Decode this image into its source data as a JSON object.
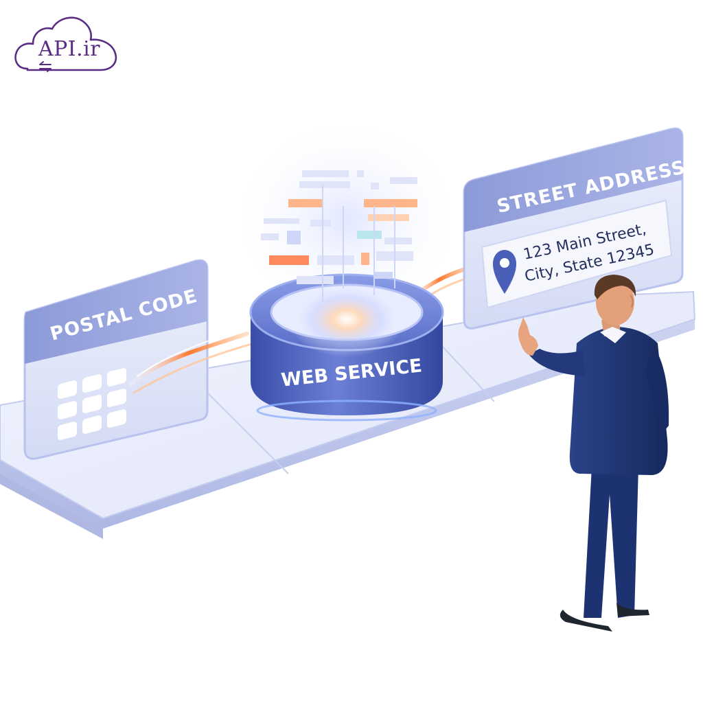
{
  "logo": {
    "text": "API.ir",
    "icon": "cloud-exchange-icon",
    "color": "#5b2c83"
  },
  "postal_panel": {
    "title": "POSTAL CODE",
    "icon": "keypad-icon"
  },
  "service": {
    "label": "WEB SERVICE"
  },
  "address_panel": {
    "title": "STREET ADDRESS",
    "line1": "123 Main Street,",
    "line2": "City, State 12345",
    "icon": "map-pin-icon"
  },
  "colors": {
    "accent": "#4a5fb8",
    "panel_header": "#9aa6dc",
    "flow": "#ff7a2e",
    "suit": "#1f3575"
  }
}
